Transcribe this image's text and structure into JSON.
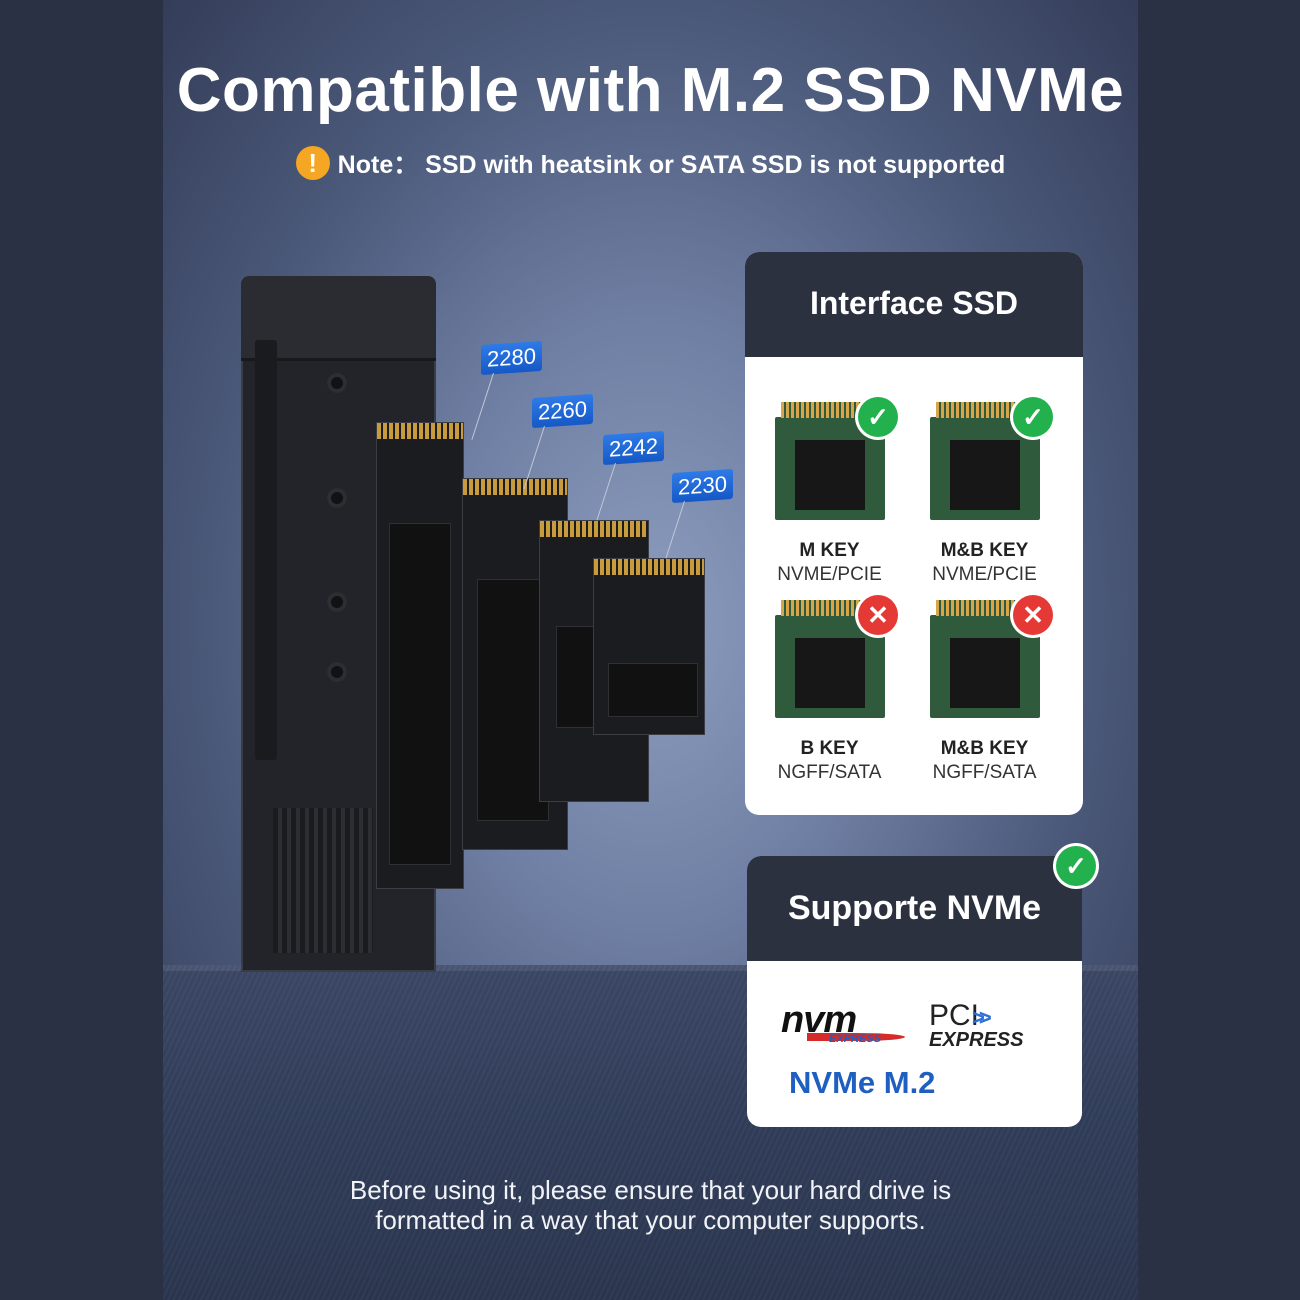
{
  "header": {
    "title": "Compatible with M.2 SSD NVMe",
    "note_icon": "!",
    "note_text": "Note： SSD with heatsink or SATA SSD is not supported"
  },
  "ssd_sizes": [
    "2280",
    "2260",
    "2242",
    "2230"
  ],
  "interface_panel": {
    "title": "Interface SSD",
    "items": [
      {
        "key": "M KEY",
        "type": "NVME/PCIE",
        "supported": true
      },
      {
        "key": "M&B KEY",
        "type": "NVME/PCIE",
        "supported": true
      },
      {
        "key": "B KEY",
        "type": "NGFF/SATA",
        "supported": false
      },
      {
        "key": "M&B KEY",
        "type": "NGFF/SATA",
        "supported": false
      }
    ],
    "ok_symbol": "✓",
    "no_symbol": "✕"
  },
  "nvme_panel": {
    "title": "Supporte NVMe",
    "nvm_logo": "nvm",
    "nvm_sub": "EXPRESS",
    "pci_logo": "PCI",
    "pci_sub": "EXPRESS",
    "label": "NVMe M.2",
    "check_symbol": "✓"
  },
  "footer": {
    "line1": "Before using it, please ensure that your hard drive is",
    "line2": "formatted in a way that your computer supports."
  },
  "colors": {
    "accent_blue": "#1f5fc0",
    "ok_green": "#22b14c",
    "error_red": "#e53935",
    "warning_orange": "#f5a623"
  }
}
